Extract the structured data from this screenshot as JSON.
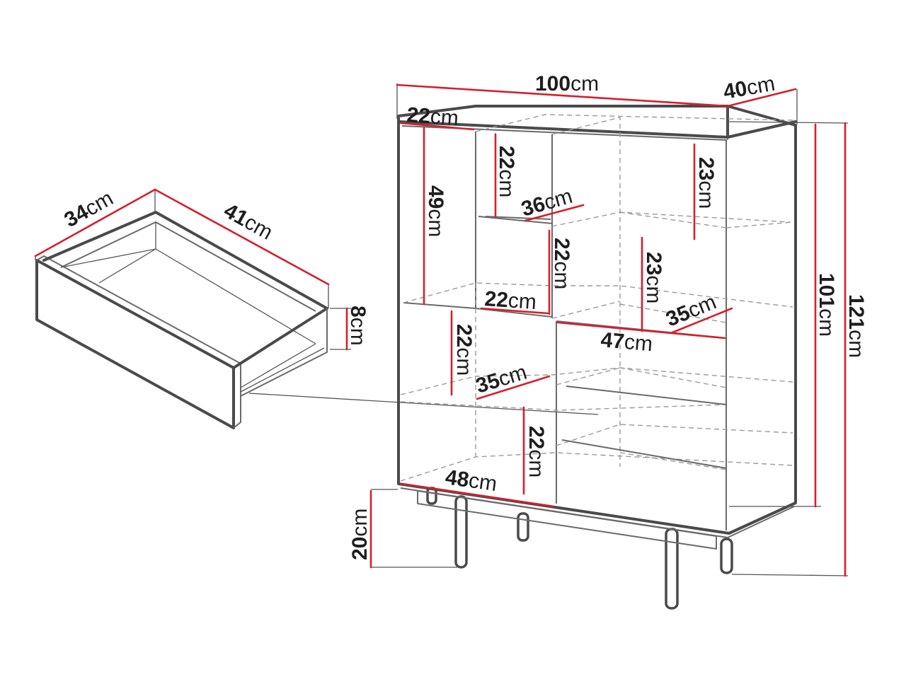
{
  "colors": {
    "dimension_line": "#d3202e",
    "outline": "#4a4a4a",
    "text": "#1e1e1e"
  },
  "drawer": {
    "depth": {
      "value": "34",
      "unit": "cm"
    },
    "width": {
      "value": "41",
      "unit": "cm"
    },
    "height": {
      "value": "8",
      "unit": "cm"
    }
  },
  "cabinet": {
    "overall_width": {
      "value": "100",
      "unit": "cm"
    },
    "overall_depth": {
      "value": "40",
      "unit": "cm"
    },
    "body_height": {
      "value": "101",
      "unit": "cm"
    },
    "total_height": {
      "value": "121",
      "unit": "cm"
    },
    "leg_height": {
      "value": "20",
      "unit": "cm"
    },
    "inner": {
      "left_column_width": {
        "value": "22",
        "unit": "cm"
      },
      "left_column_height": {
        "value": "49",
        "unit": "cm"
      },
      "small_cube_height": {
        "value": "22",
        "unit": "cm"
      },
      "small_cube_depth": {
        "value": "36",
        "unit": "cm"
      },
      "center_cube_height": {
        "value": "22",
        "unit": "cm"
      },
      "center_cube_width": {
        "value": "22",
        "unit": "cm"
      },
      "right_top_height": {
        "value": "23",
        "unit": "cm"
      },
      "right_mid_height": {
        "value": "23",
        "unit": "cm"
      },
      "right_mid_depth": {
        "value": "35",
        "unit": "cm"
      },
      "right_mid_width": {
        "value": "47",
        "unit": "cm"
      },
      "lower_left_height": {
        "value": "22",
        "unit": "cm"
      },
      "lower_left_depth": {
        "value": "35",
        "unit": "cm"
      },
      "bottom_height": {
        "value": "22",
        "unit": "cm"
      },
      "bottom_width": {
        "value": "48",
        "unit": "cm"
      }
    }
  }
}
